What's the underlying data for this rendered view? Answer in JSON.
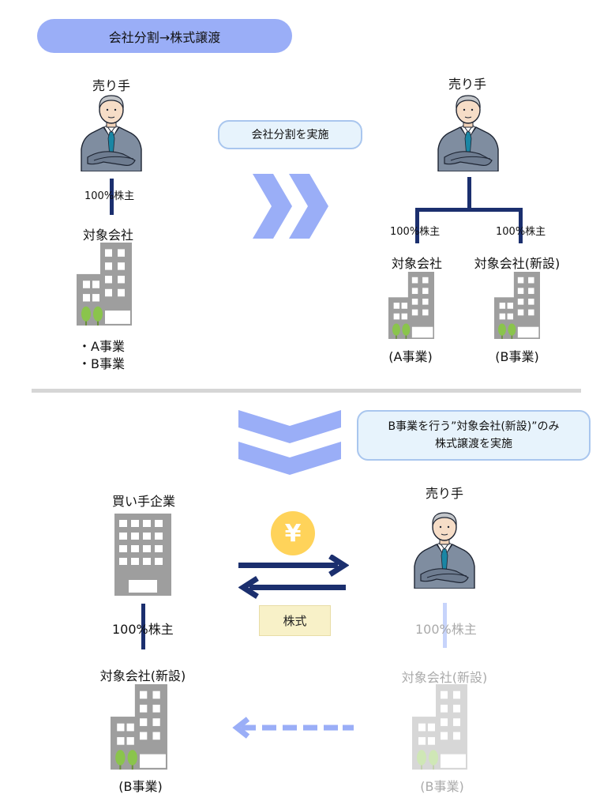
{
  "title": "会社分割→株式譲渡",
  "top": {
    "left": {
      "seller_label": "売り手",
      "share_label": "100%株主",
      "company_label": "対象会社",
      "business_a": "・A事業",
      "business_b": "・B事業"
    },
    "step_label": "会社分割を実施",
    "right": {
      "seller_label": "売り手",
      "share_label_left": "100%株主",
      "share_label_right": "100%株主",
      "company_a_label": "対象会社",
      "company_b_label": "対象会社(新設)",
      "business_a": "(A事業)",
      "business_b": "(B事業)"
    }
  },
  "bottom": {
    "step_line1": "B事業を行う”対象会社(新設)”のみ",
    "step_line2": "株式譲渡を実施",
    "buyer_label": "買い手企業",
    "buyer_share_label": "100%株主",
    "buyer_company_label": "対象会社(新設)",
    "buyer_business": "(B事業)",
    "yen_symbol": "¥",
    "shares_label": "株式",
    "seller_label": "売り手",
    "seller_share_label": "100%株主",
    "seller_company_label": "対象会社(新設)",
    "seller_business": "(B事業)"
  },
  "colors": {
    "navy": "#1b2f6e",
    "periwinkle": "#9aaef7",
    "light_blue": "#c7d4fb",
    "building": "#9e9e9e",
    "tree": "#8ac44c",
    "yen_coin": "#ffd35a",
    "shares_box": "#f8f1c8"
  }
}
